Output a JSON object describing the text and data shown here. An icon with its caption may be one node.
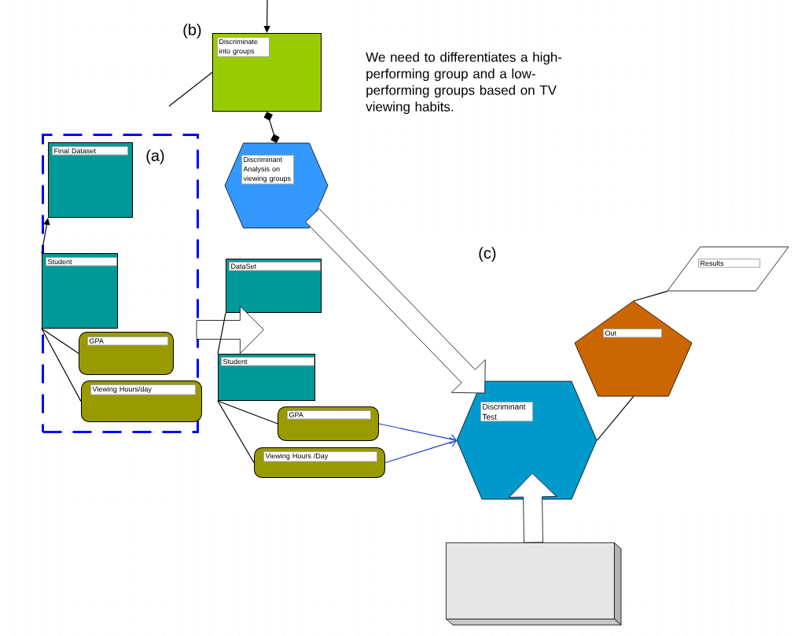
{
  "diagram": {
    "nodes": [
      {
        "text": [
          "(a)"
        ]
      },
      {
        "text": [
          "Final Dataset"
        ],
        "in": 0
      },
      {
        "text": [
          "Student"
        ],
        "in": 0
      },
      {
        "text": [
          "GPA"
        ],
        "in": 0
      },
      {
        "text": [
          "Viewing Hours/day"
        ],
        "in": 0
      },
      {
        "text": [
          "Discriminate into groups"
        ]
      },
      {
        "text": [
          "Discriminant Analysis on viewing groups"
        ]
      },
      {
        "text": [
          "DataSet"
        ]
      },
      {
        "text": [
          "Student"
        ]
      },
      {
        "text": [
          "GPA"
        ]
      },
      {
        "text": [
          "Viewing Hours /Day"
        ]
      },
      {
        "text": [
          "Discriminant Test"
        ]
      },
      {
        "text": [
          "Out"
        ]
      },
      {
        "text": [
          "Results"
        ]
      },
      {
        "text": [],
        "shape": "box"
      }
    ],
    "edges": [
      {
        "from": null,
        "to": 5,
        "arrow": "to"
      },
      {
        "from": 5,
        "to": null,
        "arrow": "none"
      },
      {
        "from": 5,
        "to": 6,
        "arrow": "other"
      },
      {
        "from": 2,
        "to": 1,
        "arrow": "to"
      },
      {
        "from": 2,
        "to": 3,
        "arrow": "none"
      },
      {
        "from": 2,
        "to": 4,
        "arrow": "none"
      },
      {
        "from": 0,
        "to": 7,
        "arrow": "to",
        "style": "thick"
      },
      {
        "from": 7,
        "to": 8,
        "arrow": "none"
      },
      {
        "from": 8,
        "to": 9,
        "arrow": "none"
      },
      {
        "from": 8,
        "to": 10,
        "arrow": "none"
      },
      {
        "from": 9,
        "to": 11,
        "arrow": "to",
        "color": "#1f3fcc"
      },
      {
        "from": 10,
        "to": 11,
        "arrow": "to",
        "color": "#1f3fcc"
      },
      {
        "from": 6,
        "to": 11,
        "arrow": "to",
        "style": "thick"
      },
      {
        "from": 14,
        "to": 11,
        "arrow": "to",
        "style": "thick"
      },
      {
        "from": 11,
        "to": 12,
        "arrow": "none"
      },
      {
        "from": 12,
        "to": 13,
        "arrow": "none"
      }
    ],
    "labels": [
      "(b)",
      "We need to differentiates a high-performing group and a low-performing groups based on TV viewing habits.",
      "(c)"
    ]
  }
}
